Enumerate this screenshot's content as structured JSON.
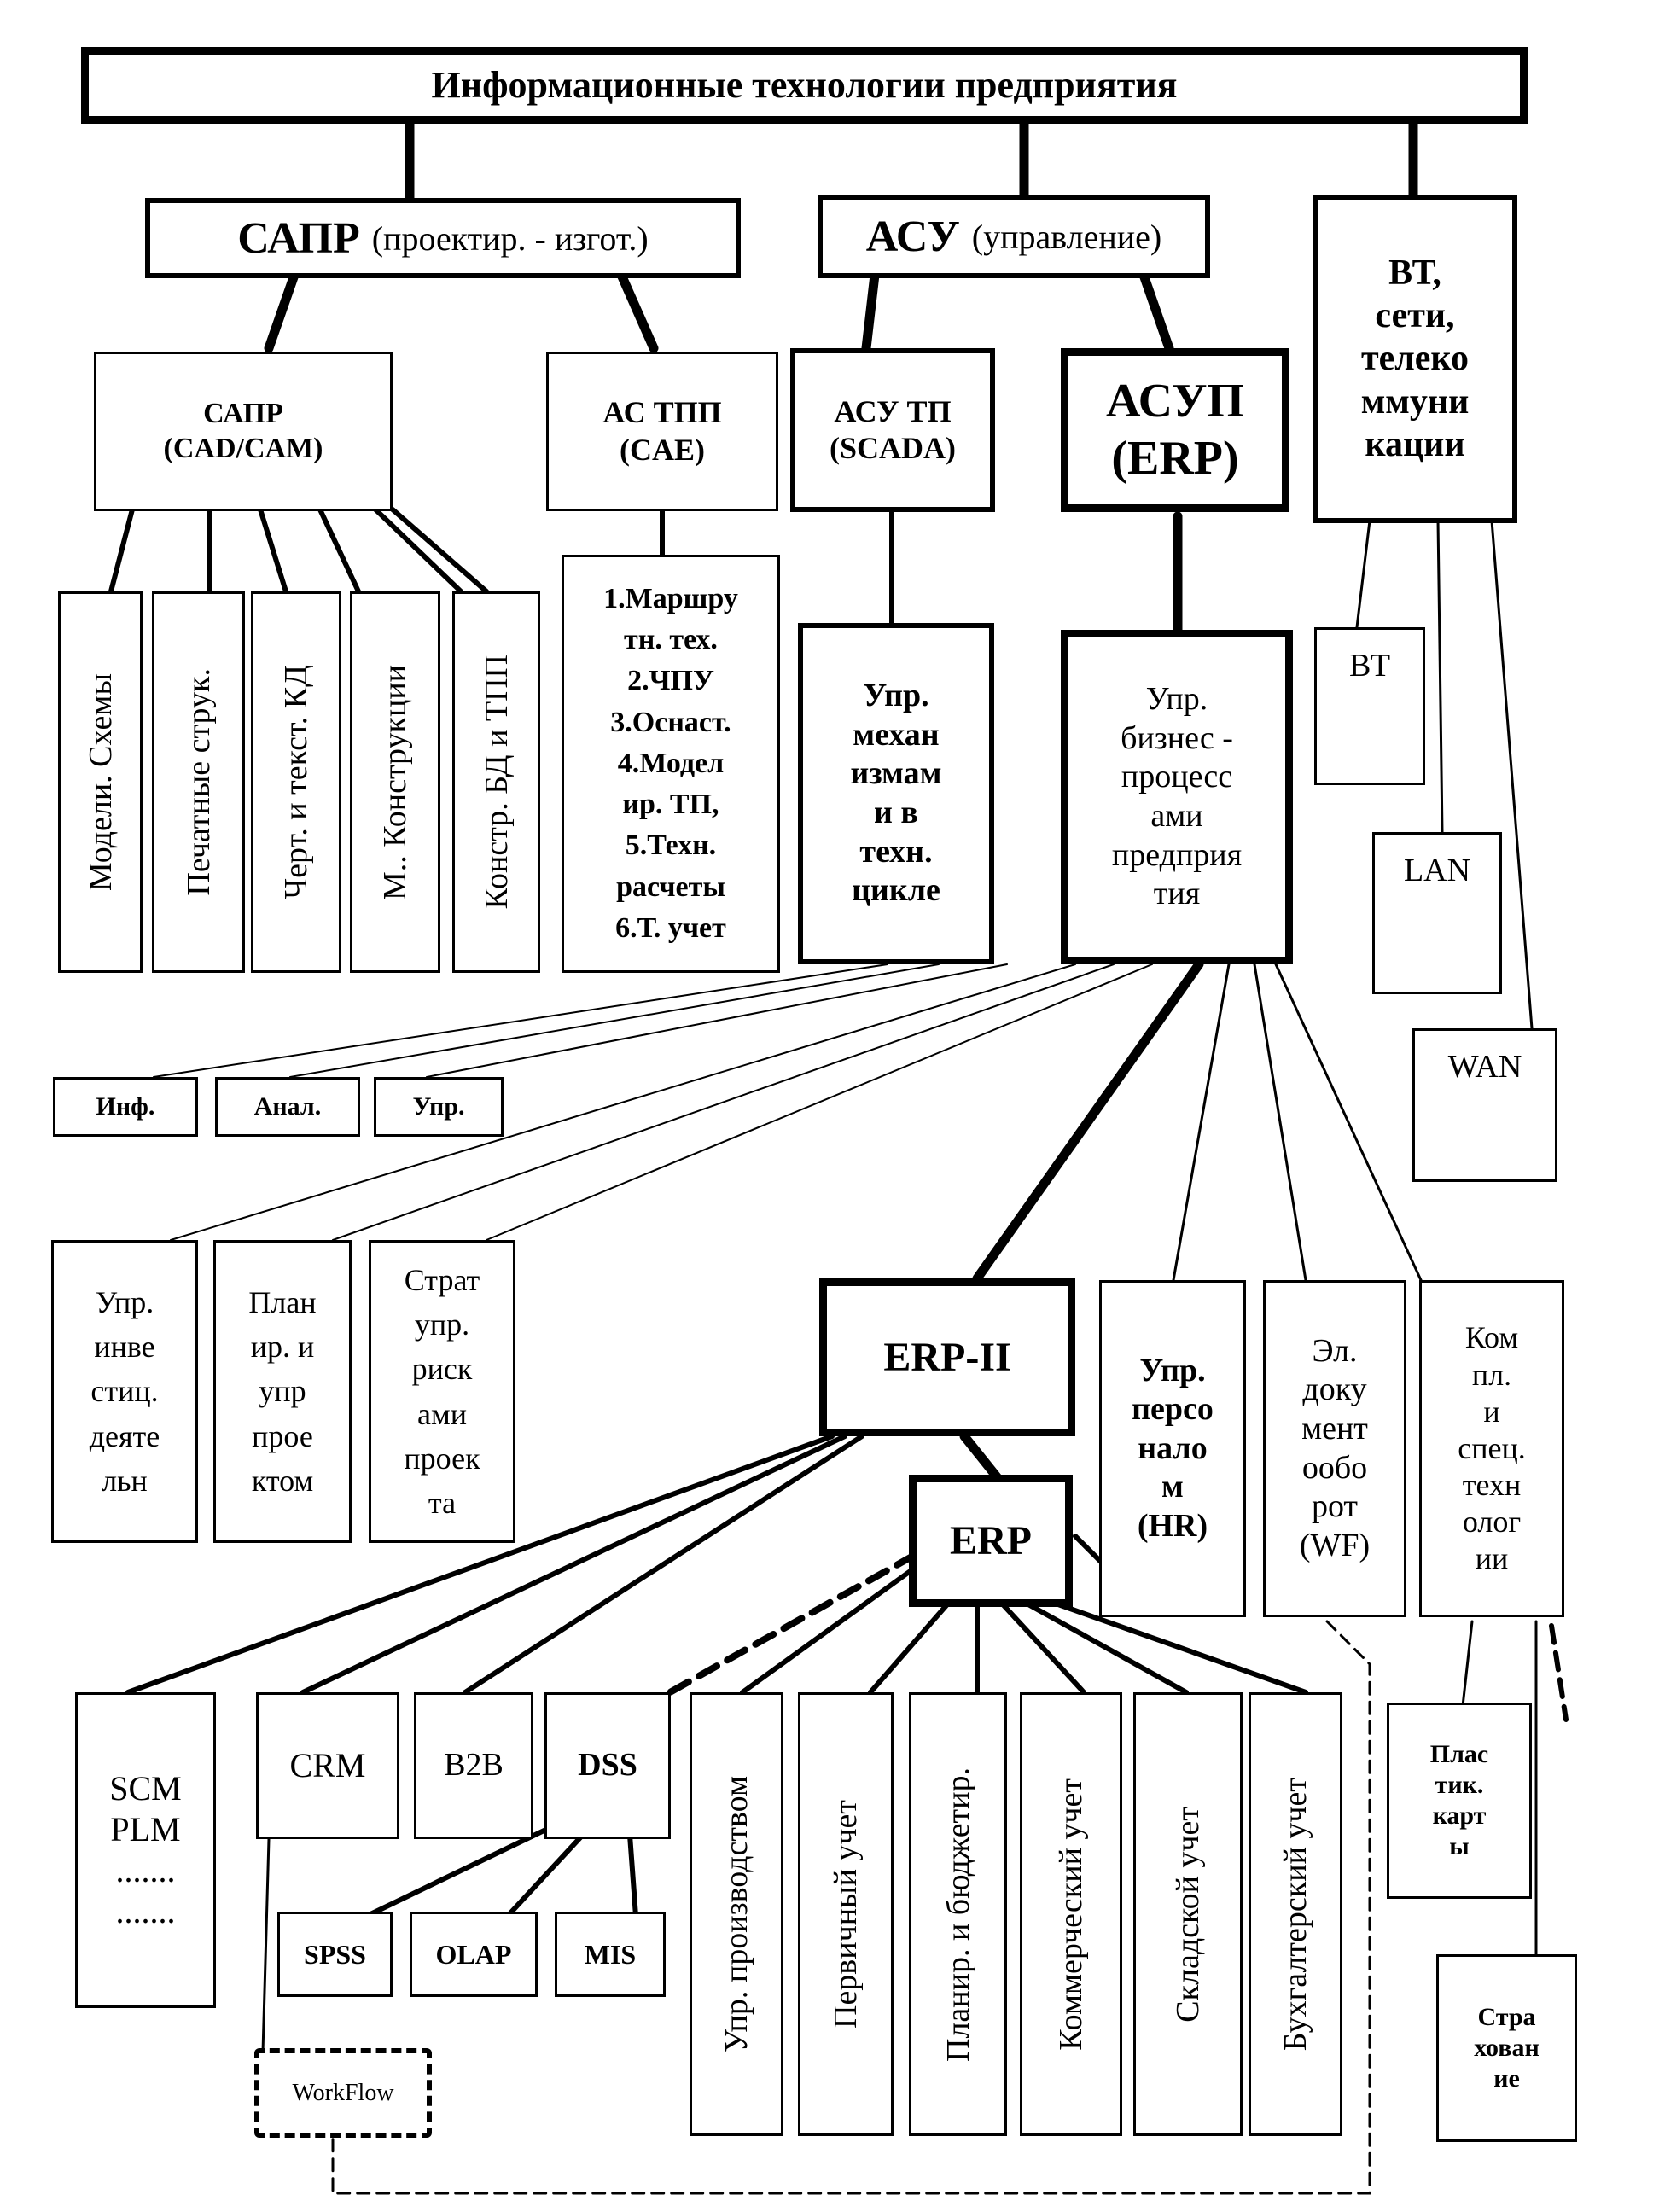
{
  "title": "Информационные технологии предприятия",
  "sapr": {
    "name": "САПР",
    "note": "(проектир. - изгот.)"
  },
  "asu": {
    "name": "АСУ",
    "note": "(управление)"
  },
  "vt_net": "ВТ,\nсети,\nтелеко\nммуни\nкации",
  "sapr_cad": "САПР\n(CAD/CAM)",
  "as_tpp": "АС ТПП\n(CAE)",
  "asu_tp": "АСУ ТП\n(SCADA)",
  "asup": "АСУП\n(ERP)",
  "sapr_items": [
    "Модели. Схемы",
    "Печатные струк.",
    "Черт. и текст. КД",
    "М.. Конструкции",
    "Констр. БД и ТПП"
  ],
  "tpp_list": "1.Маршру\nтн. тех.\n2.ЧПУ\n3.Оснаст.\n4.Модел\nир. ТП,\n5.Техн.\nрасчеты\n6.Т. учет",
  "asu_tp_desc": "Упр.\nмехан\nизмам\nи в\nтехн.\nцикле",
  "asup_desc": "Упр.\nбизнес -\nпроцесс\nами\nпредприя\nтия",
  "vt": "ВТ",
  "lan": "LAN",
  "wan": "WAN",
  "small": [
    "Инф.",
    "Анал.",
    "Упр."
  ],
  "invest": "Упр.\nинве\nстиц.\nдеяте\nльн",
  "plan": "План\nир. и\nупр\nпрое\nктом",
  "strat": "Страт\nупр.\nриск\nами\nпроек\nта",
  "erp2": "ERP-II",
  "erp": "ERP",
  "hr": "Упр.\nперсо\nнало\nм\n(HR)",
  "wf": "Эл.\nдоку\nмент\noобо\nрот\n(WF)",
  "kompl": "Ком\nпл.\nи\nспец.\nтехн\nолог\nии",
  "scm": "SCM\nPLM\n.......\n.......",
  "crm": "CRM",
  "b2b": "B2B",
  "dss": "DSS",
  "spss": "SPSS",
  "olap": "OLAP",
  "mis": "MIS",
  "workflow": "WorkFlow",
  "erp_items": [
    "Упр. производством",
    "Первичный учет",
    "Планир. и бюджетир.",
    "Коммерческий учет",
    "Складской учет",
    "Бухгалтерский учет"
  ],
  "plast": "Плас\nтик.\nкарт\nы",
  "strah": "Стра\nхован\nие"
}
